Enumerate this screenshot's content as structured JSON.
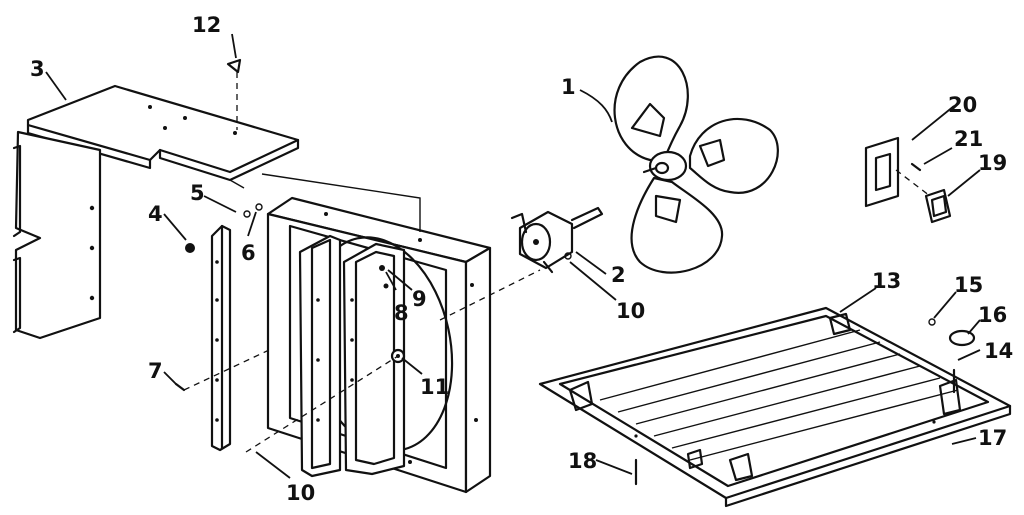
{
  "callouts": {
    "c1": "1",
    "c2": "2",
    "c3": "3",
    "c4": "4",
    "c5": "5",
    "c6": "6",
    "c7": "7",
    "c8": "8",
    "c9": "9",
    "c10a": "10",
    "c10b": "10",
    "c11": "11",
    "c12": "12",
    "c13": "13",
    "c14": "14",
    "c15": "15",
    "c16": "16",
    "c17": "17",
    "c18": "18",
    "c19": "19",
    "c20": "20",
    "c21": "21"
  }
}
